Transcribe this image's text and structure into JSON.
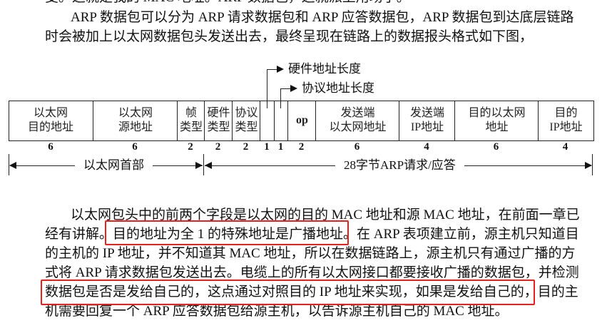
{
  "paragraph_top": {
    "lines": [
      "变。这就是我的 MAC 地址。ARP 数据包，这就派上用场了。",
      "ARP 数据包可以分为 ARP 请求数据包和 ARP 应答数据包，ARP 数据包到达底层链路",
      "时会被加上以太网数据包头发送出去，最终呈现在链路上的数据报头格式如下图，"
    ]
  },
  "diagram": {
    "fields": [
      {
        "line1": "以太网",
        "line2": "目的地址",
        "size": "6"
      },
      {
        "line1": "以太网",
        "line2": "源地址",
        "size": "6"
      },
      {
        "line1": "帧",
        "line2": "类型",
        "size": "2"
      },
      {
        "line1": "硬件",
        "line2": "类型",
        "size": "2"
      },
      {
        "line1": "协议",
        "line2": "类型",
        "size": "2"
      },
      {
        "line1": "",
        "line2": "",
        "size": "1"
      },
      {
        "line1": "",
        "line2": "",
        "size": "1"
      },
      {
        "line1": "op",
        "line2": "",
        "size": "2"
      },
      {
        "line1": "发送端",
        "line2": "以太网地址",
        "size": "6"
      },
      {
        "line1": "发送端",
        "line2": "IP地址",
        "size": "4"
      },
      {
        "line1": "目的以太网",
        "line2": "地址",
        "size": "6"
      },
      {
        "line1": "目的",
        "line2": "IP地址",
        "size": "4"
      }
    ],
    "callout_hw_len": "硬件地址长度",
    "callout_proto_len": "协议地址长度",
    "span_ethernet_header": "以太网首部",
    "span_arp": "28字节ARP请求/应答"
  },
  "paragraph_bottom": {
    "lines": [
      "以太网包头中的前两个字段是以太网的目的 MAC 地址和源 MAC 地址，在前面一章已",
      "经有讲解。目的地址为全 1 的特殊地址是广播地址。在 ARP 表项建立前，源主机只知道目",
      "的主机的 IP 地址，并不知道其 MAC 地址，所以在数据链路上，源主机只有通过广播的方",
      "式将 ARP 请求数据包发送出去。电缆上的所有以太网接口都要接收广播的数据包，并检测",
      "数据包是否是发给自己的，这点通过对照目的 IP 地址来实现，如果是发给自己的，目的主",
      "机需要回复一个 ARP 应答数据包给源主机，以告诉源主机自己的 MAC 地址。"
    ]
  },
  "highlight_color": "#e8201c"
}
